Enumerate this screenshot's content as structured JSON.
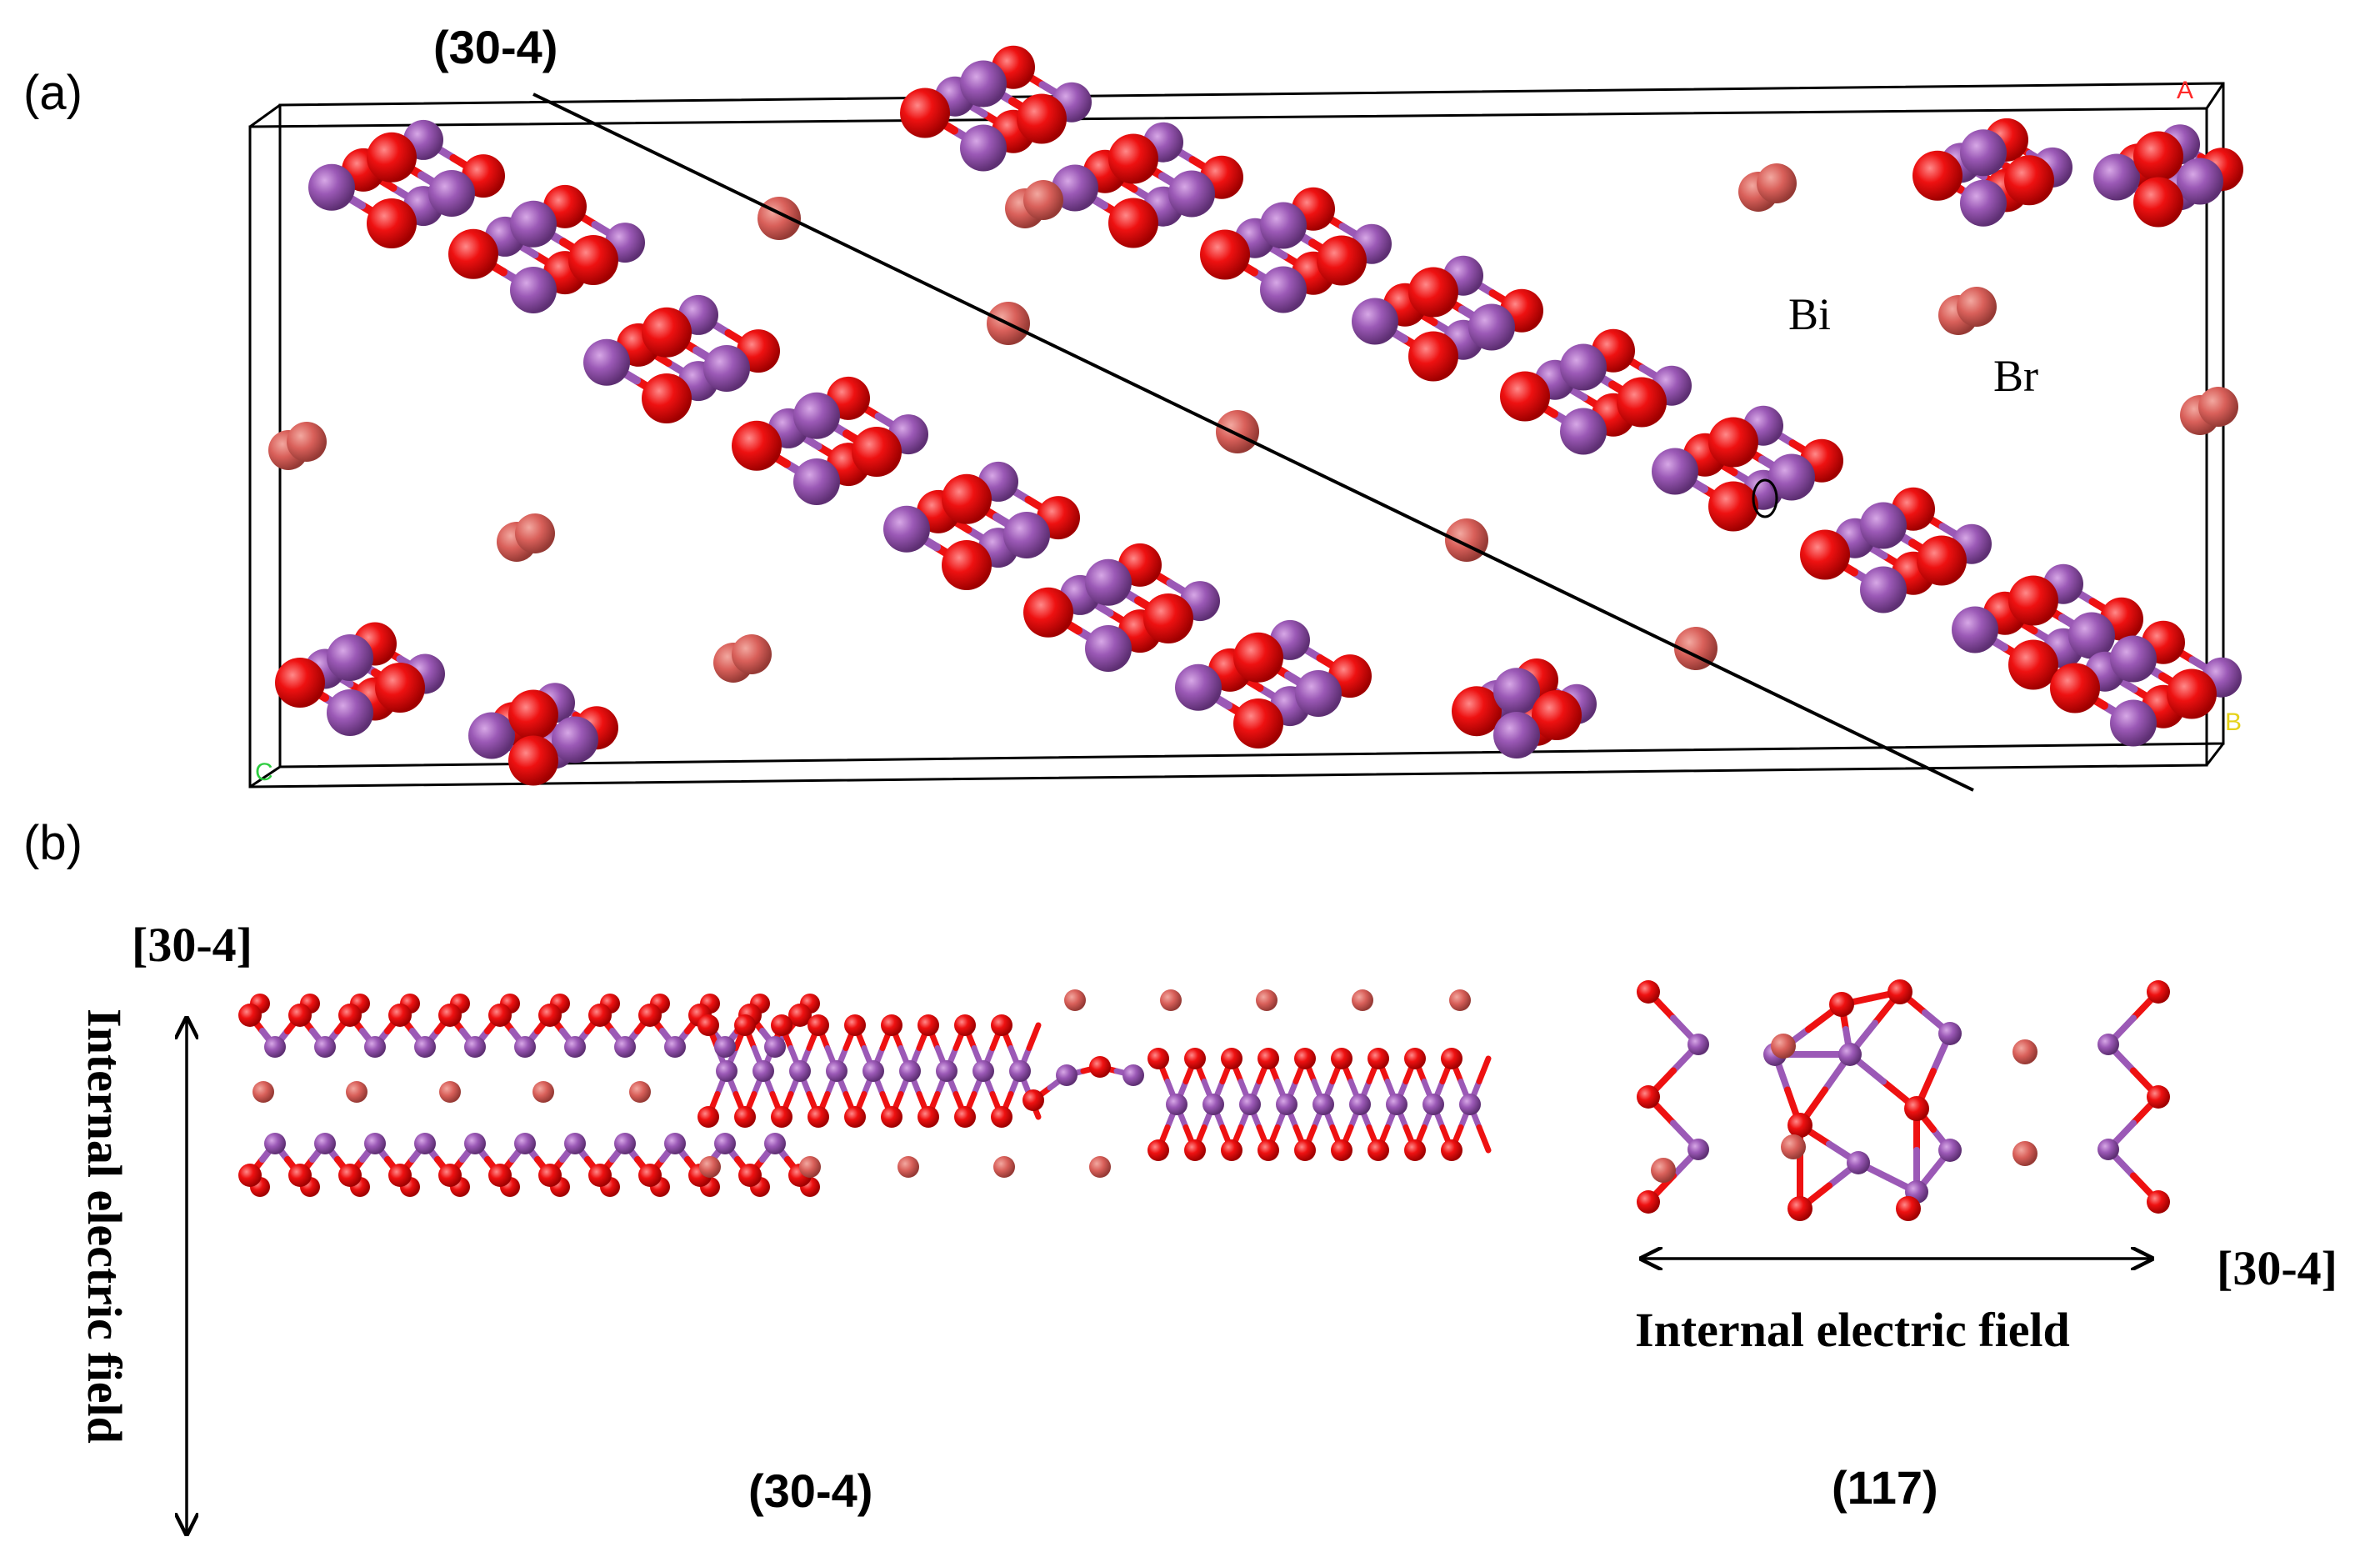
{
  "panel_a": {
    "label": "(a)",
    "plane_label": "(30-4)",
    "atom_labels": {
      "bi": "Bi",
      "br": "Br",
      "o": "O"
    },
    "axis_labels": {
      "a": "A",
      "b": "B",
      "c": "C"
    }
  },
  "panel_b": {
    "label": "(b)",
    "left_direction": "[30-4]",
    "left_field": "Internal electric field",
    "left_plane": "(30-4)",
    "right_direction": "[30-4]",
    "right_field": "Internal electric field",
    "right_plane": "(117)"
  },
  "colors": {
    "bismuth": "#9b59b6",
    "oxygen": "#ee1111",
    "bromine": "#d9605a",
    "cell_edge": "#000000"
  }
}
